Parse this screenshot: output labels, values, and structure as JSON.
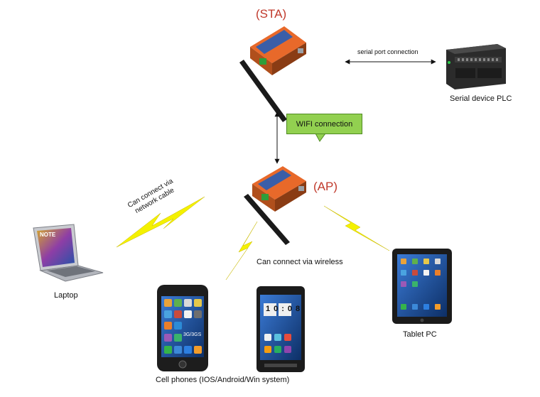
{
  "labels": {
    "sta": "(STA)",
    "ap": "(AP)",
    "serial_link": "serial port connection",
    "plc": "Serial device PLC",
    "wifi_connection": "WIFI connection",
    "cable_line1": "Can connect via",
    "cable_line2": "network cable",
    "wireless": "Can connect via wireless",
    "laptop": "Laptop",
    "tablet": "Tablet PC",
    "phones": "Cell phones (IOS/Android/Win system)",
    "laptop_screen_text": "NOTE",
    "phone_badge": "3G/3GS",
    "android_clock": "10:08"
  },
  "colors": {
    "role_text": "#c0392b",
    "callout_fill": "#92d050",
    "bolt_fill": "#f4f100",
    "device_orange": "#e8692a",
    "device_blue": "#3a5ea8",
    "plc_body": "#2b2b2b"
  },
  "icons": [
    "wifi-router-sta-icon",
    "wifi-router-ap-icon",
    "plc-icon",
    "laptop-icon",
    "iphone-icon",
    "android-phone-icon",
    "tablet-icon",
    "lightning-bolt-icon",
    "double-arrow-icon"
  ]
}
